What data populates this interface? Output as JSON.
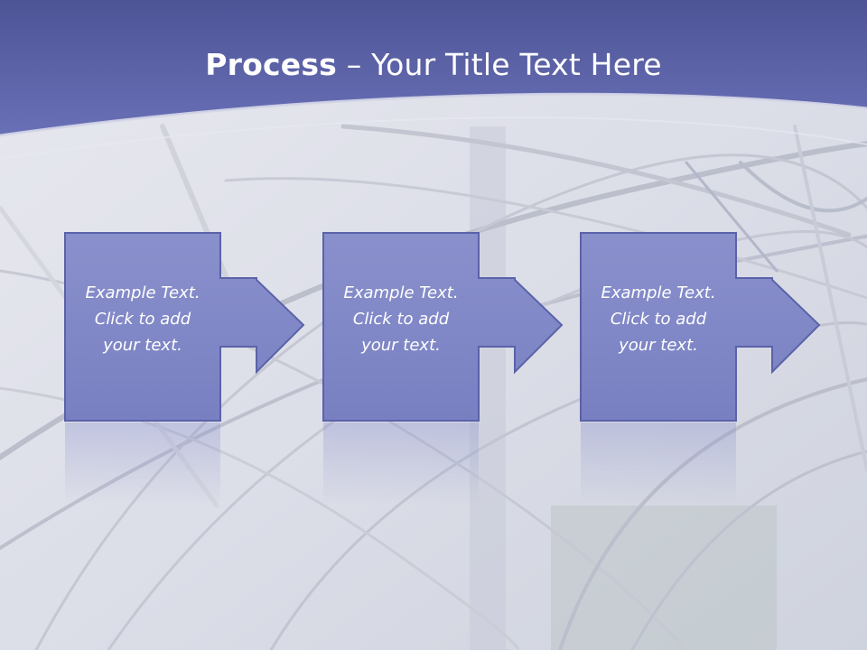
{
  "title": {
    "bold": "Process",
    "rest": " – Your Title Text Here"
  },
  "steps": [
    {
      "lines": [
        "Example Text.",
        "Click  to add",
        "your text."
      ]
    },
    {
      "lines": [
        "Example Text.",
        "Click  to add",
        "your text."
      ]
    },
    {
      "lines": [
        "Example Text.",
        "Click  to add",
        "your text."
      ]
    }
  ],
  "colors": {
    "header": "#5f66ad",
    "box_fill": "#8088c6",
    "box_stroke": "#5a62a8",
    "text": "#ffffff"
  }
}
